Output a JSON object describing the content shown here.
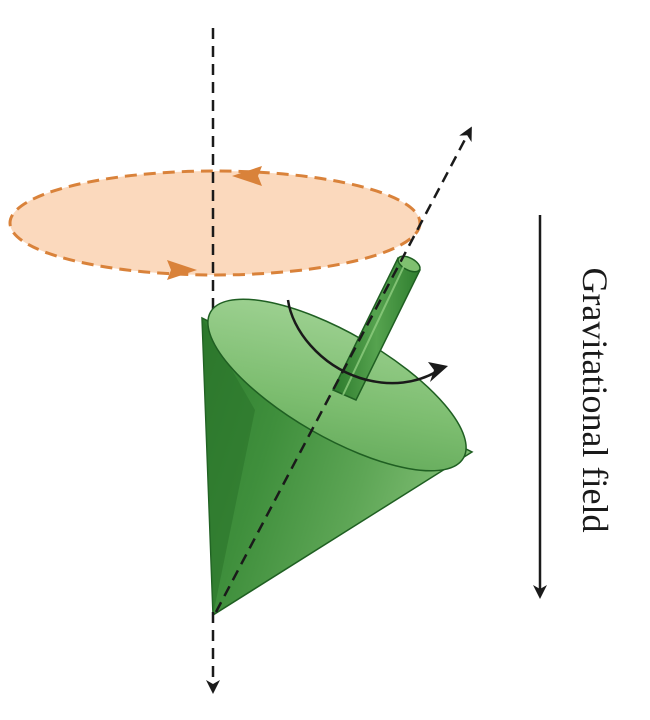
{
  "field_label": "Gravitational field",
  "colors": {
    "top_light": "#8fca82",
    "top_mid": "#6fb263",
    "body_dark": "#2f7e2f",
    "body_mid": "#4f9a48",
    "body_light": "#7fbd73",
    "edge": "#1f5f22",
    "precession_fill": "#fbd9bd",
    "precession_stroke": "#d9823a",
    "ink": "#1a1a1a"
  },
  "icons": {
    "precession_arrow_near": "orange-arrowhead",
    "precession_arrow_far": "orange-arrowhead",
    "spin_arrow": "curved-arrow",
    "axis_arrow": "arrowhead"
  }
}
